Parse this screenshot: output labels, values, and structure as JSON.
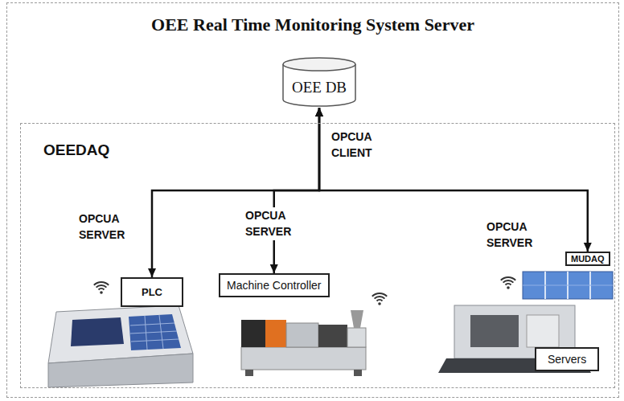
{
  "diagram": {
    "nodes": [
      {
        "text": [
          "OEE Real Time Monitoring System Server"
        ]
      },
      {
        "text": [
          "OEE DB"
        ],
        "in": 0
      },
      {
        "text": [
          "OEEDAQ"
        ],
        "in": 0
      },
      {
        "text": [
          "PLC"
        ],
        "in": 2
      },
      {
        "text": [
          "Machine Controller"
        ],
        "in": 2
      },
      {
        "text": [
          "MUDAQ"
        ],
        "in": 2
      },
      {
        "text": [
          "Servers"
        ],
        "in": 2
      }
    ],
    "edges": [
      {
        "from": 1,
        "to": 3,
        "arrow": "both"
      },
      {
        "from": 1,
        "to": 4,
        "label": "OPCUA CLIENT",
        "arrow": "both"
      },
      {
        "from": 1,
        "to": 5,
        "arrow": "both"
      }
    ],
    "labels": [
      "OPCUA SERVER",
      "OPCUA SERVER",
      "OPCUA SERVER"
    ]
  }
}
